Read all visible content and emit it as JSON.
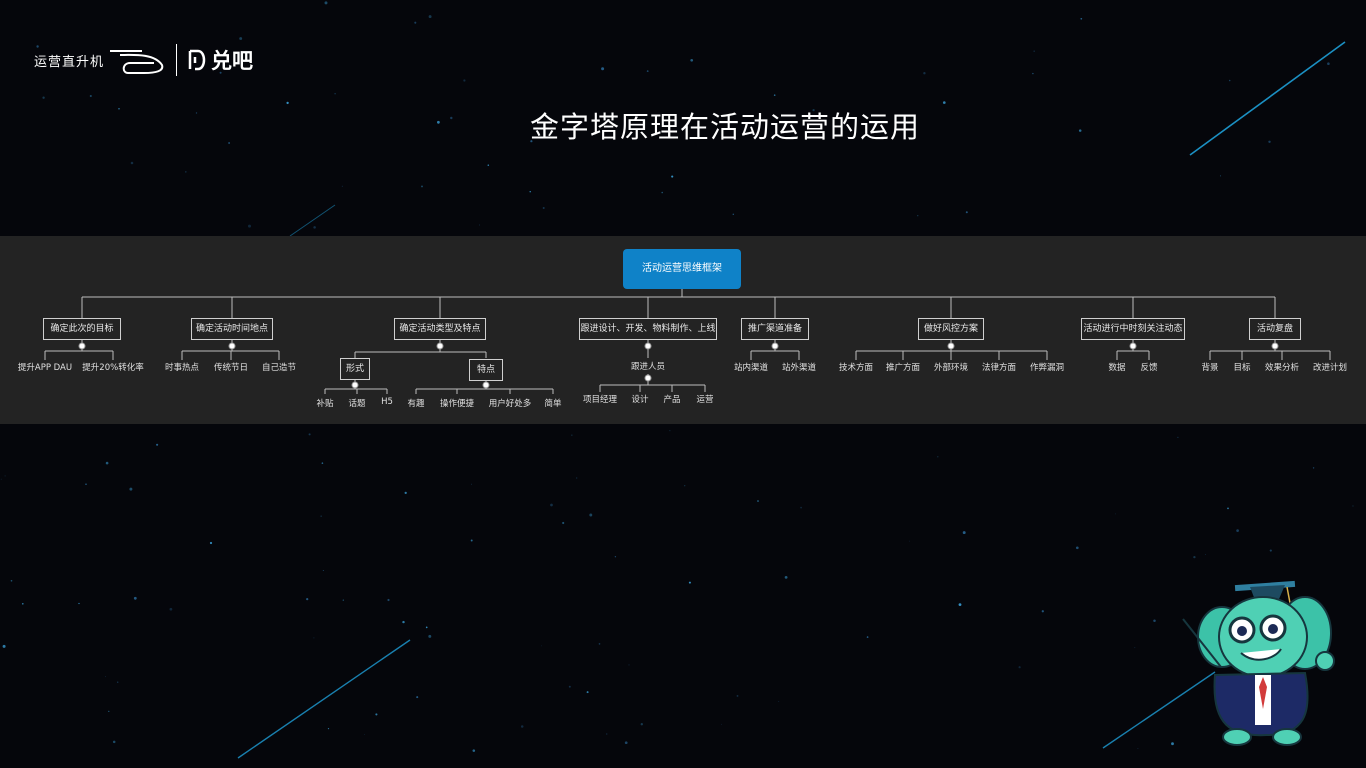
{
  "header": {
    "logo_left": "运营直升机",
    "logo_right": "兑吧"
  },
  "title": "金字塔原理在活动运营的运用",
  "mindmap": {
    "root": "活动运营思维框架",
    "branches": [
      {
        "label": "确定此次的目标",
        "children": [
          "提升APP DAU",
          "提升20%转化率"
        ]
      },
      {
        "label": "确定活动时间地点",
        "children": [
          "时事热点",
          "传统节日",
          "自己造节"
        ]
      },
      {
        "label": "确定活动类型及特点",
        "sub": [
          {
            "label": "形式",
            "children": [
              "补贴",
              "话题",
              "H5"
            ]
          },
          {
            "label": "特点",
            "children": [
              "有趣",
              "操作便捷",
              "用户好处多",
              "简单"
            ]
          }
        ]
      },
      {
        "label": "跟进设计、开发、物料制作、上线",
        "sub": [
          {
            "label": "跟进人员",
            "children": [
              "项目经理",
              "设计",
              "产品",
              "运营"
            ]
          }
        ]
      },
      {
        "label": "推广渠道准备",
        "children": [
          "站内渠道",
          "站外渠道"
        ]
      },
      {
        "label": "做好风控方案",
        "children": [
          "技术方面",
          "推广方面",
          "外部环境",
          "法律方面",
          "作弊漏洞"
        ]
      },
      {
        "label": "活动进行中时刻关注动态",
        "children": [
          "数据",
          "反馈"
        ]
      },
      {
        "label": "活动复盘",
        "children": [
          "背景",
          "目标",
          "效果分析",
          "改进计划"
        ]
      }
    ]
  },
  "colors": {
    "background": "#05060b",
    "band": "#232323",
    "root": "#0f82c8",
    "streak": "#1e9fd8"
  }
}
